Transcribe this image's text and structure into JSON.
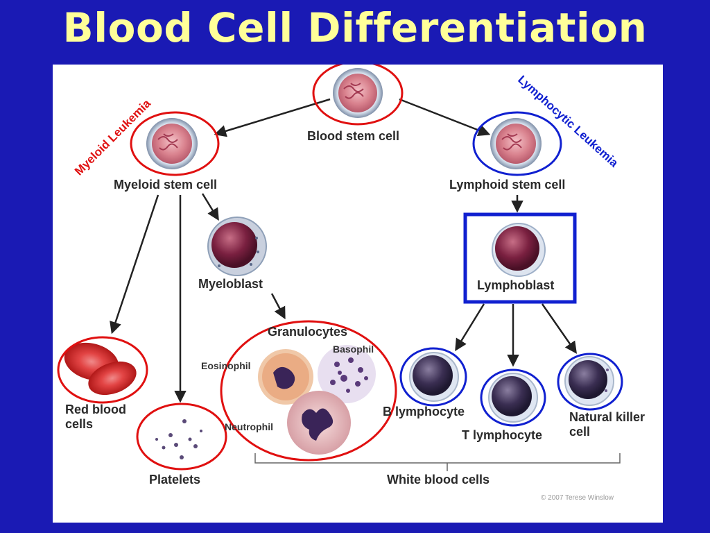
{
  "slide": {
    "title": "Blood Cell Differentiation"
  },
  "diagram": {
    "cells": {
      "blood_stem_cell": "Blood stem cell",
      "myeloid_stem_cell": "Myeloid stem cell",
      "lymphoid_stem_cell": "Lymphoid stem cell",
      "myeloblast": "Myeloblast",
      "lymphoblast": "Lymphoblast",
      "granulocytes": "Granulocytes",
      "basophil": "Basophil",
      "eosinophil": "Eosinophil",
      "neutrophil": "Neutrophil",
      "red_blood_cells": "Red blood cells",
      "platelets": "Platelets",
      "b_lymphocyte": "B lymphocyte",
      "t_lymphocyte": "T lymphocyte",
      "natural_killer_cell": "Natural killer cell",
      "white_blood_cells": "White blood cells"
    },
    "annotations": {
      "myeloid_leukemia": "Myeloid Leukemia",
      "lymphocytic_leukemia": "Lymphocytic Leukemia"
    },
    "copyright": "© 2007 Terese Winslow",
    "colors": {
      "background": "#1a1ab4",
      "title": "#ffff99",
      "myeloid_highlight": "#e01010",
      "lymphoid_highlight": "#1020d0"
    }
  }
}
